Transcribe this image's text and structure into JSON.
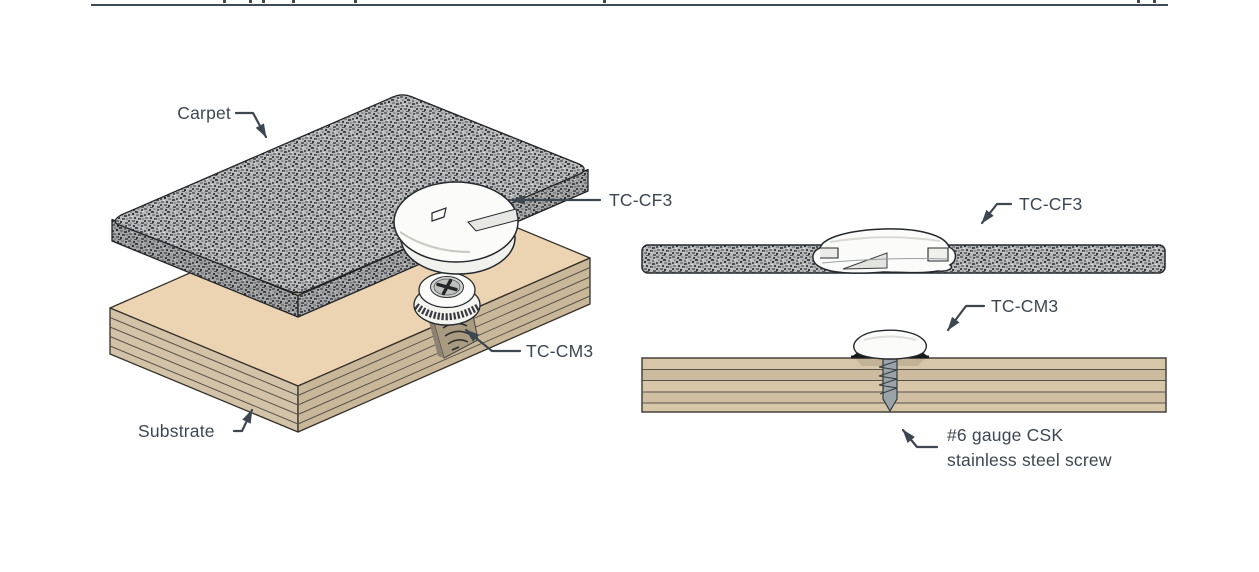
{
  "page": {
    "background": "#ffffff",
    "top_rule_color": "#3f4a55"
  },
  "colors": {
    "label_text": "#3d4752",
    "arrow": "#3d4752",
    "outline": "#24282c",
    "carpet_base": "#b9b9b9",
    "substrate_top_face": "#ecd4b3",
    "substrate_side_face": "#d2c2a8",
    "substrate_cross_section": "#d8c6a8",
    "fastener_white": "#fbfbfa",
    "screw_metal": "#9aa4a8"
  },
  "isometric_view": {
    "labels": {
      "carpet": "Carpet",
      "cf3": "TC-CF3",
      "cm3": "TC-CM3",
      "substrate": "Substrate"
    }
  },
  "cross_section_view": {
    "labels": {
      "cf3": "TC-CF3",
      "cm3": "TC-CM3",
      "screw_line1": "#6 gauge CSK",
      "screw_line2": "stainless steel screw"
    }
  }
}
